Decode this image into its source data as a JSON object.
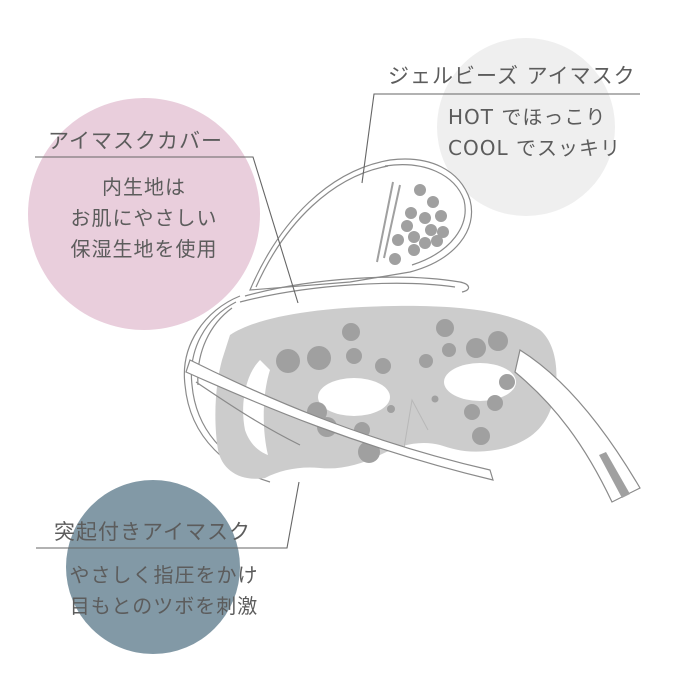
{
  "colors": {
    "cover_circle": "#e9cedc",
    "gel_circle": "#efefef",
    "acupressure_circle": "#8299a6",
    "mask_fill": "#cccccc",
    "dot_fill": "#a0a0a0",
    "line": "#666666",
    "text": "#5c5c5c"
  },
  "callouts": {
    "gel": {
      "title": "ジェルビーズ アイマスク",
      "lines": [
        "HOT でほっこり",
        "COOL でスッキリ"
      ]
    },
    "cover": {
      "title": "アイマスクカバー",
      "lines": [
        "内生地は",
        "お肌にやさしい",
        "保湿生地を使用"
      ]
    },
    "acupressure": {
      "title": "突起付きアイマスク",
      "lines": [
        "やさしく指圧をかけ",
        "目もとのツボを刺激"
      ]
    }
  },
  "illustration": {
    "subject": "eye-mask-with-gel-pack-and-cover"
  }
}
